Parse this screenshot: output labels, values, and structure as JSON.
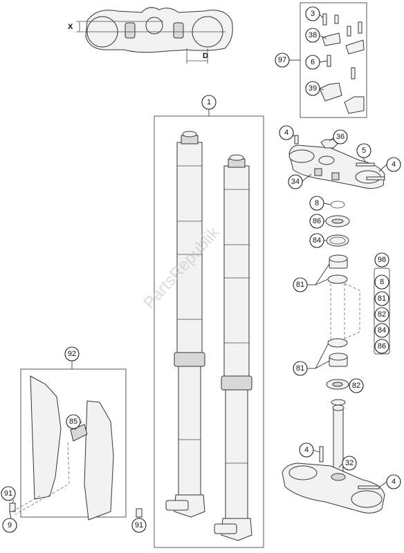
{
  "callouts": {
    "c1": "1",
    "c3": "3",
    "c38": "38",
    "c97": "97",
    "c6": "6",
    "c39": "39",
    "c4a": "4",
    "c36": "36",
    "c5": "5",
    "c4b": "4",
    "c34": "34",
    "c8": "8",
    "c86": "86",
    "c84": "84",
    "c98": "98",
    "c81a": "81",
    "c81b": "81",
    "c82": "82",
    "c92": "92",
    "c85": "85",
    "c91a": "91",
    "c9": "9",
    "c91b": "91",
    "c4c": "4",
    "c32": "32",
    "c4d": "4"
  },
  "kit_98": [
    "8",
    "81",
    "82",
    "84",
    "86"
  ],
  "dimensions": {
    "x_label": "X",
    "d_label": "D"
  },
  "watermark": "PartsRepublik"
}
